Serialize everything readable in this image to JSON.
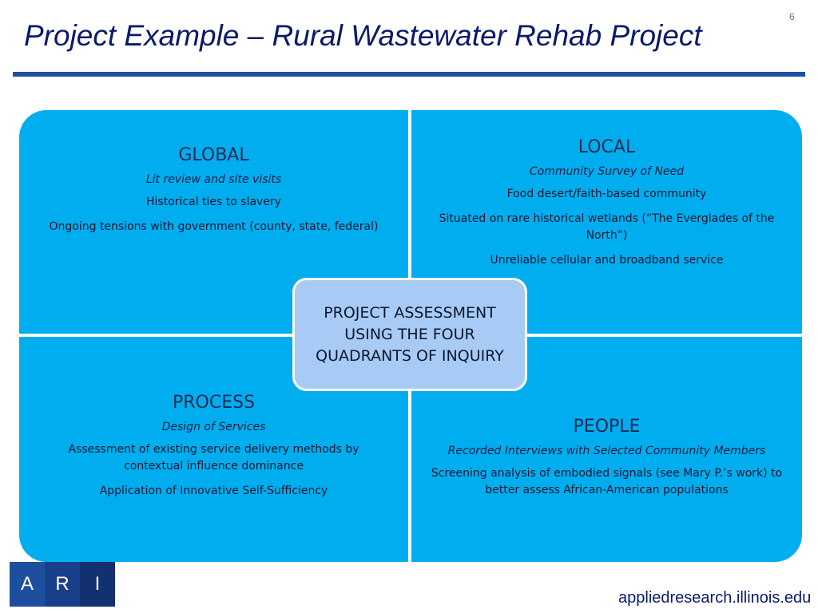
{
  "slide_number": "6",
  "title": "Project Example – Rural Wastewater Rehab Project",
  "quadrants": {
    "global": {
      "heading": "GLOBAL",
      "subtitle": "Lit review and site visits",
      "lines": [
        "Historical ties to slavery",
        "Ongoing tensions with government (county, state, federal)"
      ]
    },
    "local": {
      "heading": "LOCAL",
      "subtitle": "Community Survey of Need",
      "lines": [
        "Food desert/faith-based community",
        "Situated on rare historical wetlands (“The Everglades of the North”)",
        "Unreliable cellular and broadband service"
      ]
    },
    "process": {
      "heading": "PROCESS",
      "subtitle": "Design of Services",
      "lines": [
        "Assessment of existing service delivery methods by contextual influence dominance",
        "Application of Innovative Self-Sufficiency"
      ]
    },
    "people": {
      "heading": "PEOPLE",
      "subtitle": "Recorded Interviews with Selected Community Members",
      "lines": [
        "Screening analysis of embodied signals (see Mary P.’s work) to better assess African-American populations"
      ]
    }
  },
  "center": {
    "text": "PROJECT ASSESSMENT USING THE FOUR QUADRANTS OF INQUIRY"
  },
  "logo": {
    "letters": [
      "A",
      "R",
      "I"
    ]
  },
  "footer": {
    "url": "appliedresearch.illinois.edu"
  },
  "colors": {
    "panel": "#00aeef",
    "center_box": "#a7cbf4",
    "title": "#0a1a6b",
    "rule": "#1f4ea5"
  }
}
